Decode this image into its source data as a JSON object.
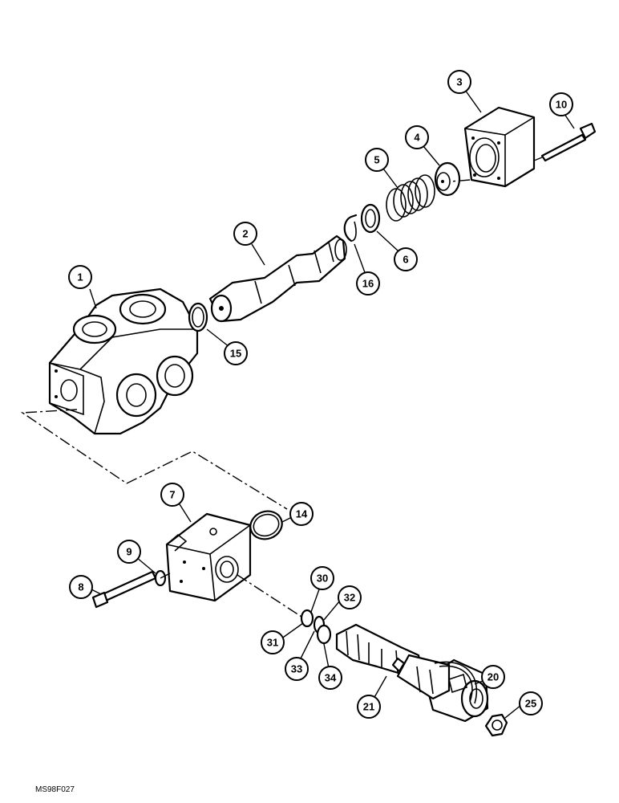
{
  "diagram": {
    "reference_code": "MS98F027",
    "callouts": [
      {
        "id": "c1",
        "label": "1"
      },
      {
        "id": "c2",
        "label": "2"
      },
      {
        "id": "c3",
        "label": "3"
      },
      {
        "id": "c4",
        "label": "4"
      },
      {
        "id": "c5",
        "label": "5"
      },
      {
        "id": "c6",
        "label": "6"
      },
      {
        "id": "c7",
        "label": "7"
      },
      {
        "id": "c8",
        "label": "8"
      },
      {
        "id": "c9",
        "label": "9"
      },
      {
        "id": "c10",
        "label": "10"
      },
      {
        "id": "c14",
        "label": "14"
      },
      {
        "id": "c15",
        "label": "15"
      },
      {
        "id": "c16",
        "label": "16"
      },
      {
        "id": "c20",
        "label": "20"
      },
      {
        "id": "c21",
        "label": "21"
      },
      {
        "id": "c25",
        "label": "25"
      },
      {
        "id": "c30",
        "label": "30"
      },
      {
        "id": "c31",
        "label": "31"
      },
      {
        "id": "c32",
        "label": "32"
      },
      {
        "id": "c33",
        "label": "33"
      },
      {
        "id": "c34",
        "label": "34"
      }
    ]
  }
}
